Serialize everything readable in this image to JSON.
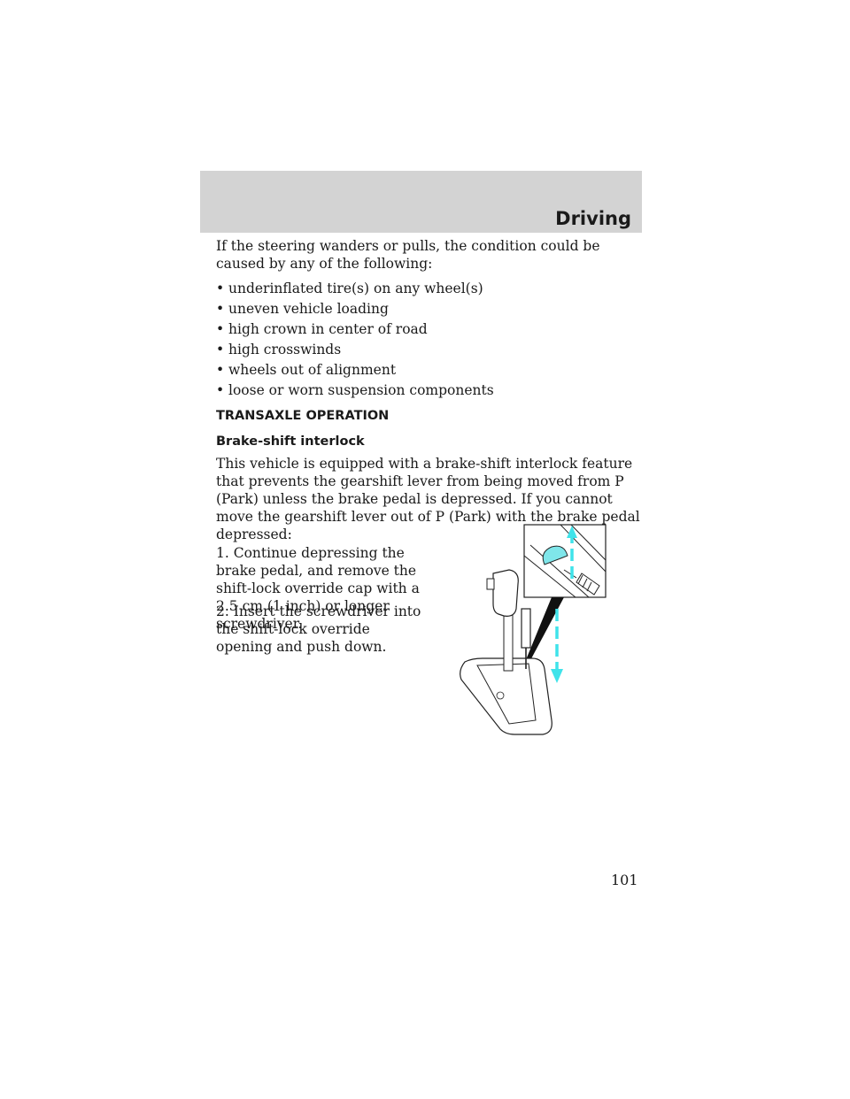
{
  "header": {
    "section_title": "Driving"
  },
  "intro": "If the steering wanders or pulls, the condition could be caused by any of the following:",
  "bullet_symbol": "•",
  "bullets": [
    "underinflated tire(s) on any wheel(s)",
    "uneven vehicle loading",
    "high crown in center of road",
    "high crosswinds",
    "wheels out of alignment",
    "loose or worn suspension components"
  ],
  "transaxle": {
    "heading": "TRANSAXLE OPERATION",
    "subheading": "Brake-shift interlock",
    "paragraph": "This vehicle is equipped with a brake-shift interlock feature that prevents the gearshift lever from being moved from P (Park) unless the brake pedal is depressed. If you cannot move the gearshift lever out of P (Park) with the brake pedal depressed:",
    "step1": "1. Continue depressing the brake pedal, and remove the shift-lock override cap with a 2.5 cm (1 inch) or longer screwdriver.",
    "step2": "2. Insert the screwdriver into the shift-lock override opening and push down."
  },
  "colors": {
    "header_band": "#d3d3d3",
    "arrow": "#3fe3ea",
    "cap": "#7fe6ea"
  },
  "footer": {
    "page_number": "101"
  }
}
